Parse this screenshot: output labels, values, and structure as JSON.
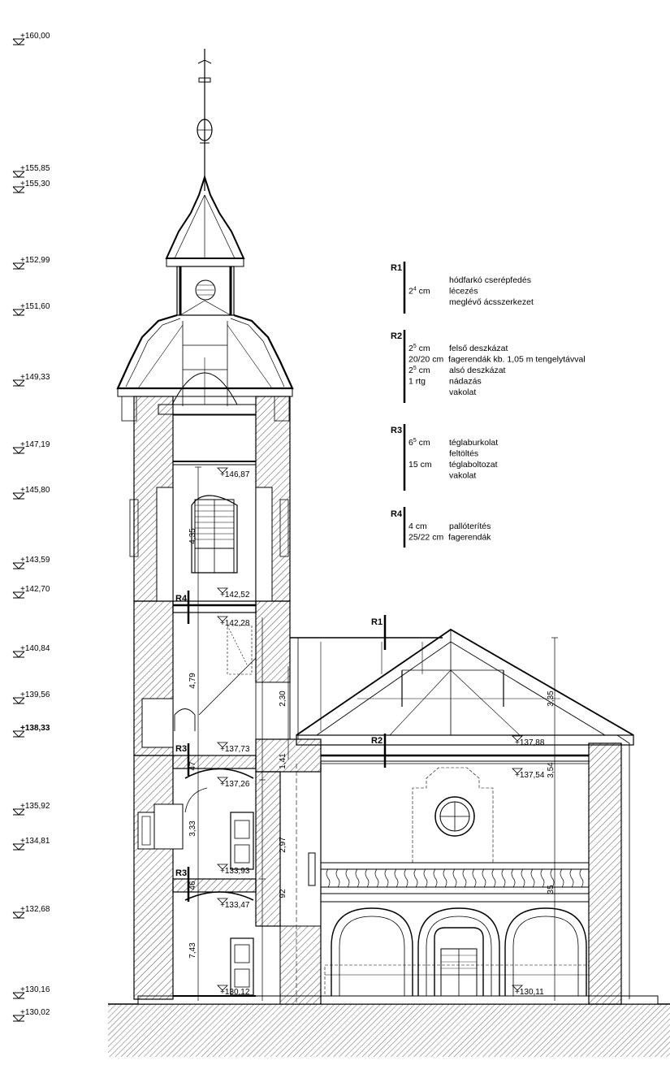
{
  "levels": [
    {
      "v": "+160,00"
    },
    {
      "v": "+155,85"
    },
    {
      "v": "+155,30"
    },
    {
      "v": "+152,99"
    },
    {
      "v": "+151,60"
    },
    {
      "v": "+149,33"
    },
    {
      "v": "+147,19"
    },
    {
      "v": "+145,80"
    },
    {
      "v": "+143,59"
    },
    {
      "v": "+142,70"
    },
    {
      "v": "+140,84"
    },
    {
      "v": "+139,56"
    },
    {
      "v": "+138,33"
    },
    {
      "v": "+135,92"
    },
    {
      "v": "+134,81"
    },
    {
      "v": "+132,68"
    },
    {
      "v": "+130,16"
    },
    {
      "v": "+130,02"
    }
  ],
  "inner_levels": [
    {
      "v": "+146,87"
    },
    {
      "v": "+142,52"
    },
    {
      "v": "+142,28"
    },
    {
      "v": "+137,73"
    },
    {
      "v": "+137,26"
    },
    {
      "v": "+133,93"
    },
    {
      "v": "+133,47"
    },
    {
      "v": "+130,12"
    },
    {
      "v": "+137,88"
    },
    {
      "v": "+137,54"
    },
    {
      "v": "+130,11"
    }
  ],
  "dims": [
    "4,35",
    "4,79",
    "2,30",
    "1,41",
    "47",
    "3,33",
    "2,97",
    "46",
    "92",
    "3,35",
    "3,54",
    "35",
    "7,43"
  ],
  "section_labels": [
    "R4",
    "R3",
    "R3",
    "R1",
    "R2"
  ],
  "legend": [
    {
      "title": "R1",
      "rows": [
        {
          "t": "",
          "sup": "",
          "d": "hódfarkó cserépfedés"
        },
        {
          "t": "2",
          "sup": "4",
          "u": " cm",
          "d": "lécezés"
        },
        {
          "t": "",
          "sup": "",
          "d": "meglévő ácsszerkezet"
        }
      ]
    },
    {
      "title": "R2",
      "rows": [
        {
          "t": "2",
          "sup": "5",
          "u": " cm",
          "d": "felső deszkázat"
        },
        {
          "t": "20/20 cm",
          "sup": "",
          "d": "fagerendák kb. 1,05 m tengelytávval"
        },
        {
          "t": "2",
          "sup": "5",
          "u": " cm",
          "d": "alsó deszkázat"
        },
        {
          "t": "1 rtg",
          "sup": "",
          "d": "nádazás"
        },
        {
          "t": "",
          "sup": "",
          "d": "vakolat"
        }
      ]
    },
    {
      "title": "R3",
      "rows": [
        {
          "t": "6",
          "sup": "5",
          "u": " cm",
          "d": "téglaburkolat"
        },
        {
          "t": "",
          "sup": "",
          "d": "feltöltés"
        },
        {
          "t": "15 cm",
          "sup": "",
          "d": "téglaboltozat"
        },
        {
          "t": "",
          "sup": "",
          "d": "vakolat"
        }
      ]
    },
    {
      "title": "R4",
      "rows": [
        {
          "t": "4 cm",
          "sup": "",
          "d": "pallóterítés"
        },
        {
          "t": "25/22 cm",
          "sup": "",
          "d": "fagerendák"
        }
      ]
    }
  ]
}
